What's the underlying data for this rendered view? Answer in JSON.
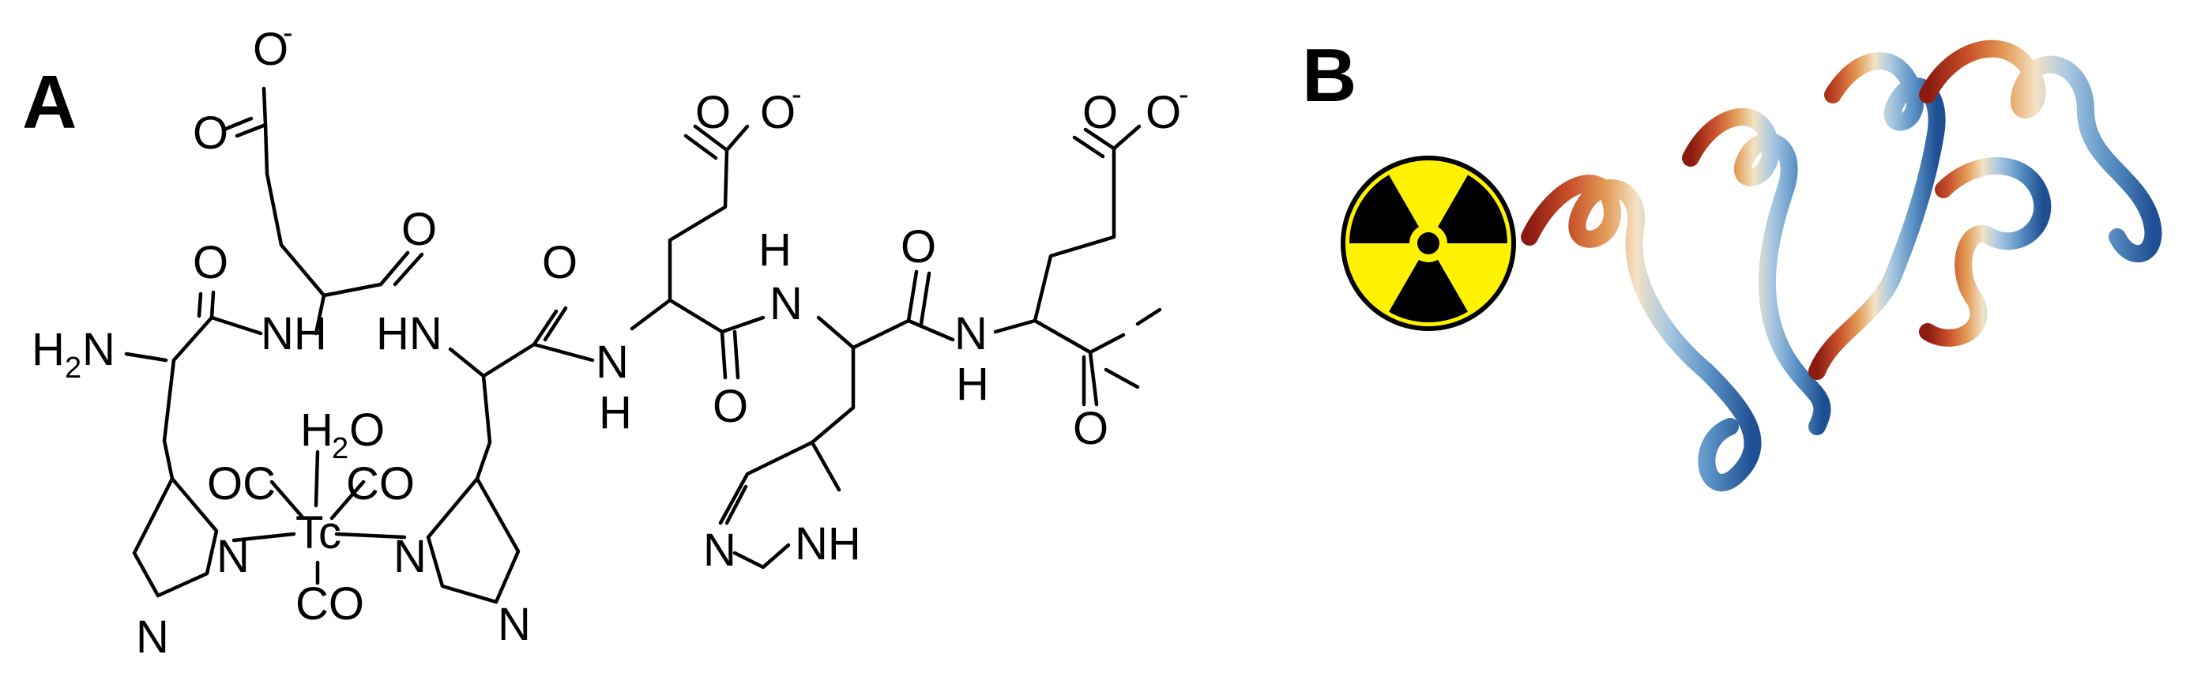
{
  "panels": {
    "a_label": "A",
    "b_label": "B"
  },
  "molecule": {
    "carboxylate_oxygen": "O",
    "carboxylate_charge": "-",
    "carbonyl_oxygen": "O",
    "amine_h2n": "H",
    "amine_h2n_sub": "2",
    "amine_h2n_tail": "N",
    "amide_nh": "NH",
    "amide_hn": "HN",
    "amide_n": "N",
    "amide_h": "H",
    "imidazole_n": "N",
    "imidazole_nh": "NH",
    "metal": "Tc",
    "ligand_oc": "OC",
    "ligand_co": "CO",
    "water_h": "H",
    "water_sub": "2",
    "water_o": "O"
  },
  "radiation_symbol": {
    "icon": "radiation-hazard-icon",
    "background_color": "#fff200",
    "foreground_color": "#000000"
  },
  "protein_ribbon": {
    "style": "cartoon ribbon",
    "gradient_colors": [
      "#8b1a10",
      "#c8502a",
      "#e39a55",
      "#f2e2c4",
      "#a9c8e2",
      "#5c93c6",
      "#1f4f93"
    ]
  }
}
